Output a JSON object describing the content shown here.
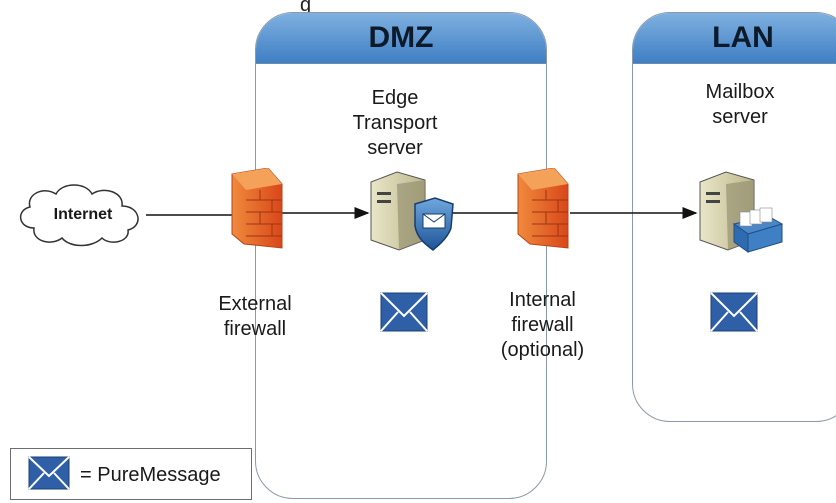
{
  "diagram": {
    "title_fragment": "g",
    "zones": {
      "dmz": {
        "label": "DMZ"
      },
      "lan": {
        "label": "LAN"
      }
    },
    "nodes": {
      "internet": {
        "label": "Internet"
      },
      "external_firewall": {
        "label_line1": "External",
        "label_line2": "firewall"
      },
      "edge_server": {
        "label_line1": "Edge",
        "label_line2": "Transport",
        "label_line3": "server"
      },
      "internal_firewall": {
        "label_line1": "Internal",
        "label_line2": "firewall",
        "label_line3": "(optional)"
      },
      "mailbox_server": {
        "label_line1": "Mailbox",
        "label_line2": "server"
      }
    },
    "legend": {
      "text": "= PureMessage",
      "icon": "envelope-icon"
    },
    "colors": {
      "zone_header": "#4f8fd0",
      "firewall": "#e8642a",
      "envelope": "#2f5fa6"
    }
  }
}
